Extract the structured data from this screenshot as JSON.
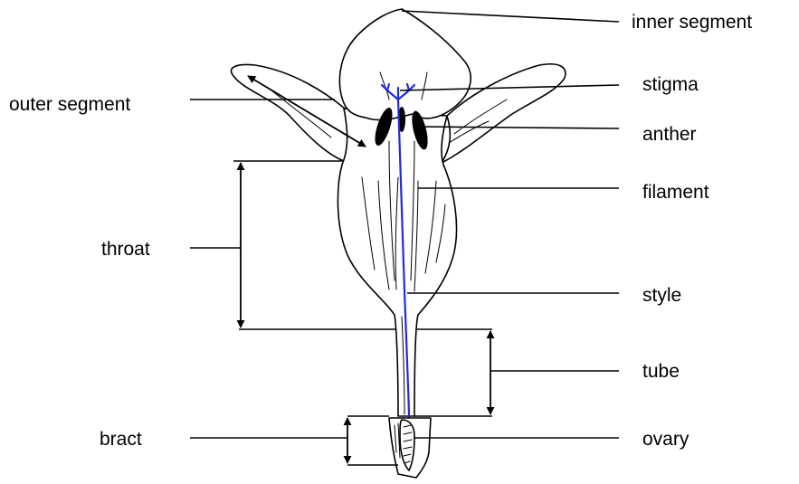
{
  "labels": {
    "inner_segment": "inner segment",
    "outer_segment": "outer segment",
    "stigma": "stigma",
    "anther": "anther",
    "filament": "filament",
    "throat": "throat",
    "style": "style",
    "tube": "tube",
    "bract": "bract",
    "ovary": "ovary"
  },
  "colors": {
    "line": "#000000",
    "style_and_stigma": "#1f2be0",
    "background": "#ffffff"
  }
}
